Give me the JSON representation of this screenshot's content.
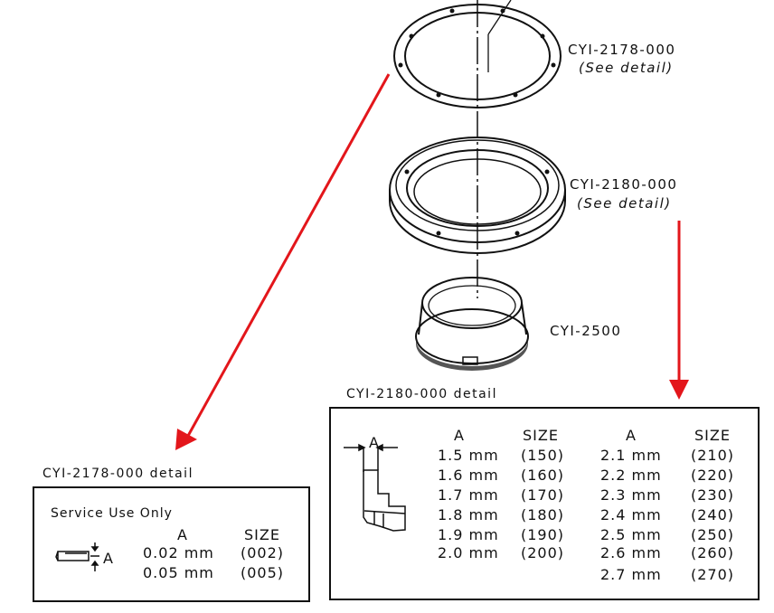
{
  "parts": [
    {
      "code": "CYI-2178-000",
      "note": "(See detail)"
    },
    {
      "code": "CYI-2180-000",
      "note": "(See detail)"
    },
    {
      "code": "CYI-2500"
    }
  ],
  "detail_2178": {
    "title": "CYI-2178-000  detail",
    "subtitle": "Service Use Only",
    "dim_label": "A",
    "headers": {
      "a": "A",
      "size": "SIZE"
    },
    "rows": [
      {
        "a": "0.02 mm",
        "size": "(002)"
      },
      {
        "a": "0.05 mm",
        "size": "(005)"
      }
    ]
  },
  "detail_2180": {
    "title": "CYI-2180-000  detail",
    "dim_label": "A",
    "headers": {
      "a": "A",
      "size": "SIZE"
    },
    "rows_left": [
      {
        "a": "1.5 mm",
        "size": "(150)"
      },
      {
        "a": "1.6 mm",
        "size": "(160)"
      },
      {
        "a": "1.7 mm",
        "size": "(170)"
      },
      {
        "a": "1.8 mm",
        "size": "(180)"
      },
      {
        "a": "1.9 mm",
        "size": "(190)"
      },
      {
        "a": "2.0 mm",
        "size": "(200)"
      }
    ],
    "rows_right": [
      {
        "a": "2.1 mm",
        "size": "(210)"
      },
      {
        "a": "2.2 mm",
        "size": "(220)"
      },
      {
        "a": "2.3 mm",
        "size": "(230)"
      },
      {
        "a": "2.4 mm",
        "size": "(240)"
      },
      {
        "a": "2.5 mm",
        "size": "(250)"
      },
      {
        "a": "2.6 mm",
        "size": "(260)"
      },
      {
        "a": "2.7 mm",
        "size": "(270)"
      }
    ]
  },
  "colors": {
    "arrow": "#e3161b",
    "ink": "#111111"
  }
}
